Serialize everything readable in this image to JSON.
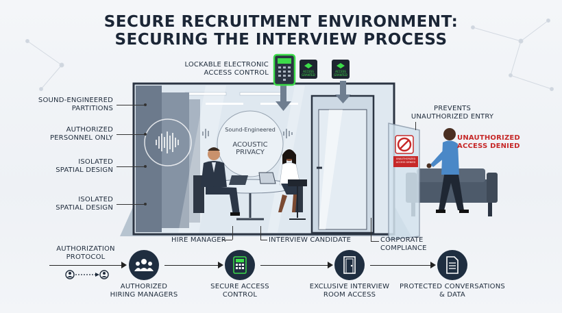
{
  "title": {
    "line1": "SECURE RECRUITMENT ENVIRONMENT:",
    "line2": "SECURING THE INTERVIEW PROCESS"
  },
  "labels": {
    "lockable": [
      "LOCKABLE ELECTRONIC",
      "ACCESS CONTROL"
    ],
    "badge1": [
      "ACCESS",
      "GRANTED"
    ],
    "badge2": [
      "ACCESS",
      "GRANTED"
    ],
    "sound_partitions": [
      "SOUND-ENGINEERED",
      "PARTITIONS"
    ],
    "authorized_personnel": [
      "AUTHORIZED",
      "PERSONNEL ONLY"
    ],
    "isolated1": [
      "ISOLATED",
      "SPATIAL DESIGN"
    ],
    "isolated2": [
      "ISOLATED",
      "SPATIAL DESIGN"
    ],
    "acoustic_top": "Sound-Engineered",
    "acoustic_main": [
      "ACOUSTIC",
      "PRIVACY"
    ],
    "prevents": [
      "PREVENTS",
      "UNAUTHORIZED ENTRY"
    ],
    "unauthorized": [
      "UNAUTHORIZED",
      "ACCESS DENIED"
    ],
    "door_sign": [
      "UNAUTHORIZED",
      "ACCESS DENIED"
    ],
    "hire_manager": "HIRE MANAGER",
    "interview_candidate": "INTERVIEW CANDIDATE",
    "corporate": [
      "CORPORATE",
      "COMPLIANCE"
    ]
  },
  "flow": {
    "protocol": [
      "AUTHORIZATION",
      "PROTOCOL"
    ],
    "steps": [
      {
        "label": [
          "AUTHORIZED",
          "HIRING MANAGERS"
        ],
        "icon": "people-icon"
      },
      {
        "label": [
          "SECURE ACCESS",
          "CONTROL"
        ],
        "icon": "keypad-icon"
      },
      {
        "label": [
          "EXCLUSIVE INTERVIEW",
          "ROOM ACCESS"
        ],
        "icon": "door-icon"
      },
      {
        "label": [
          "PROTECTED CONVERSATIONS",
          "& DATA"
        ],
        "icon": "document-icon"
      }
    ]
  },
  "colors": {
    "navy": "#1f2e40",
    "accent_green": "#3ddc4a",
    "alert_red": "#c62828",
    "glass": "#c9dbe8"
  }
}
